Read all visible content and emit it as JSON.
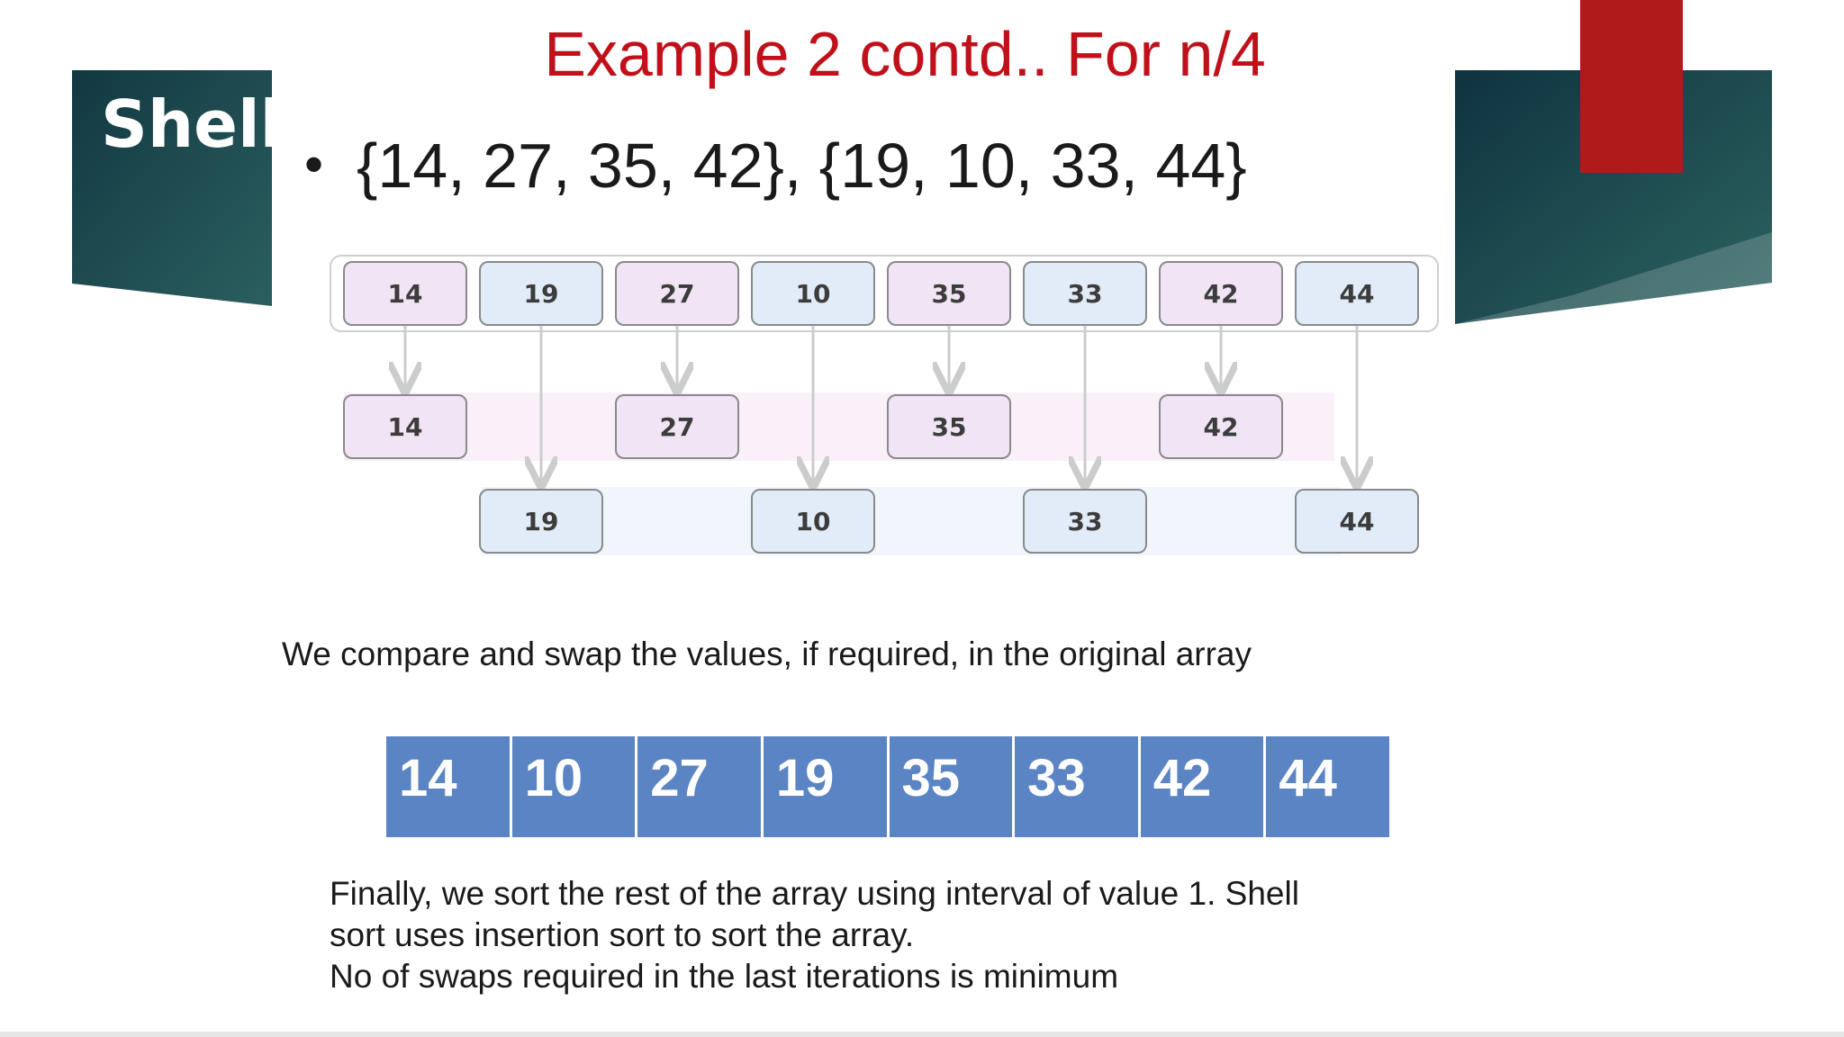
{
  "section_title": "Shell",
  "slide_title": "Example 2 contd.. For n/4",
  "bullet": {
    "marker": "•",
    "text": "{14, 27, 35, 42}, {19, 10, 33, 44}"
  },
  "diagram": {
    "original": [
      "14",
      "19",
      "27",
      "10",
      "35",
      "33",
      "42",
      "44"
    ],
    "sublist_a": [
      "14",
      "27",
      "35",
      "42"
    ],
    "sublist_b": [
      "19",
      "10",
      "33",
      "44"
    ],
    "colors": {
      "box_a_fill": "#f1e4f4",
      "box_b_fill": "#e2ecf8",
      "box_stroke": "#8a8a8a",
      "band_a": "#f9f0fa",
      "band_b": "#f1f6fc",
      "arrow": "#cccccc"
    }
  },
  "text1": "We compare and swap the values, if required, in the original array",
  "result_array": [
    "14",
    "10",
    "27",
    "19",
    "35",
    "33",
    "42",
    "44"
  ],
  "text2": [
    "Finally, we sort the rest of the array using interval of value 1. Shell",
    "sort uses insertion sort to sort the array.",
    "No of swaps required in the last iterations is minimum"
  ],
  "colors": {
    "title": "#c0111a",
    "banner_dark": "#123842",
    "banner_mid": "#2b5f5f",
    "accent_red": "#b01a1b",
    "array_fill": "#5b84c4"
  }
}
